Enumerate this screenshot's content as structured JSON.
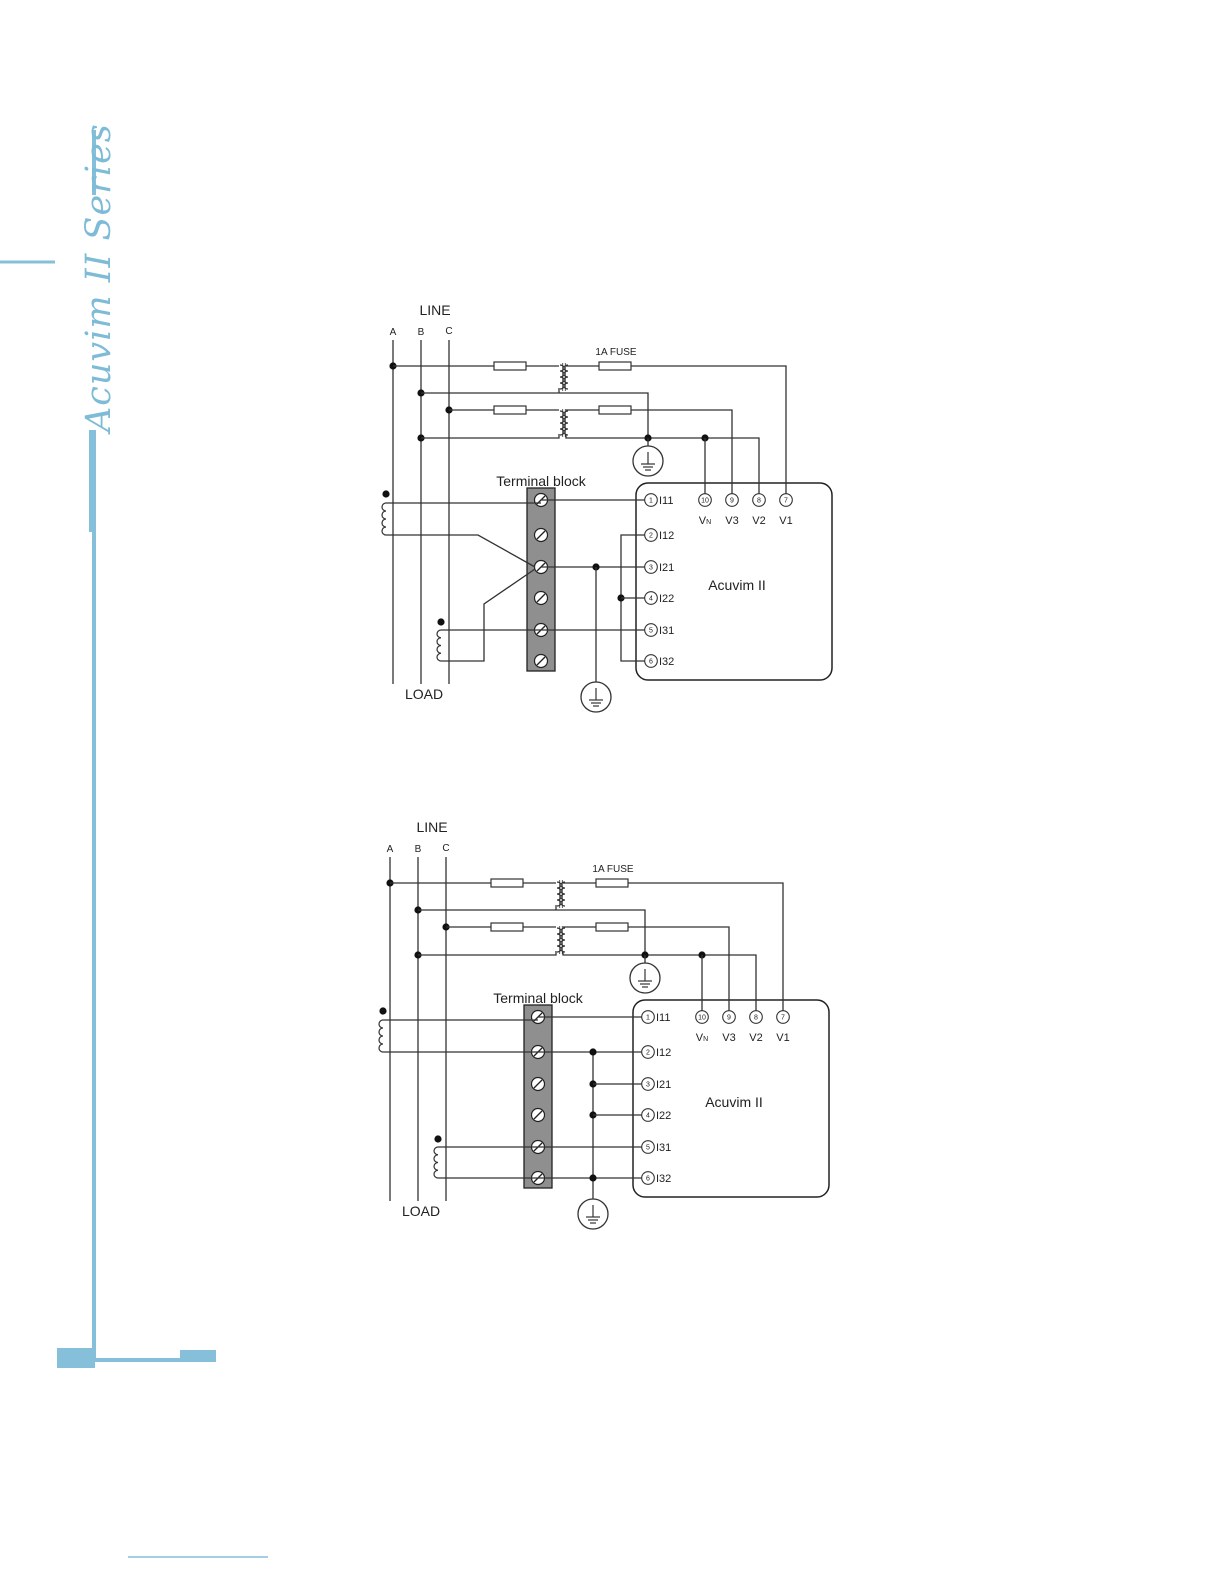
{
  "sidebar": {
    "title": "Acuvim II Series"
  },
  "colors": {
    "accent": "#86bfda",
    "line": "#333333",
    "terminal_block": "#8f8f8f"
  },
  "diagrams": [
    {
      "line_label": "LINE",
      "load_label": "LOAD",
      "phases": [
        "A",
        "B",
        "C"
      ],
      "fuse_label": "1A FUSE",
      "terminal_block_label": "Terminal block",
      "device_label": "Acuvim II",
      "voltage_terminals": [
        {
          "num": "10",
          "label": "VN"
        },
        {
          "num": "9",
          "label": "V3"
        },
        {
          "num": "8",
          "label": "V2"
        },
        {
          "num": "7",
          "label": "V1"
        }
      ],
      "current_terminals": [
        {
          "num": "1",
          "label": "I11"
        },
        {
          "num": "2",
          "label": "I12"
        },
        {
          "num": "3",
          "label": "I21"
        },
        {
          "num": "4",
          "label": "I22"
        },
        {
          "num": "5",
          "label": "I31"
        },
        {
          "num": "6",
          "label": "I32"
        }
      ]
    },
    {
      "line_label": "LINE",
      "load_label": "LOAD",
      "phases": [
        "A",
        "B",
        "C"
      ],
      "fuse_label": "1A FUSE",
      "terminal_block_label": "Terminal block",
      "device_label": "Acuvim II",
      "voltage_terminals": [
        {
          "num": "10",
          "label": "VN"
        },
        {
          "num": "9",
          "label": "V3"
        },
        {
          "num": "8",
          "label": "V2"
        },
        {
          "num": "7",
          "label": "V1"
        }
      ],
      "current_terminals": [
        {
          "num": "1",
          "label": "I11"
        },
        {
          "num": "2",
          "label": "I12"
        },
        {
          "num": "3",
          "label": "I21"
        },
        {
          "num": "4",
          "label": "I22"
        },
        {
          "num": "5",
          "label": "I31"
        },
        {
          "num": "6",
          "label": "I32"
        }
      ]
    }
  ]
}
